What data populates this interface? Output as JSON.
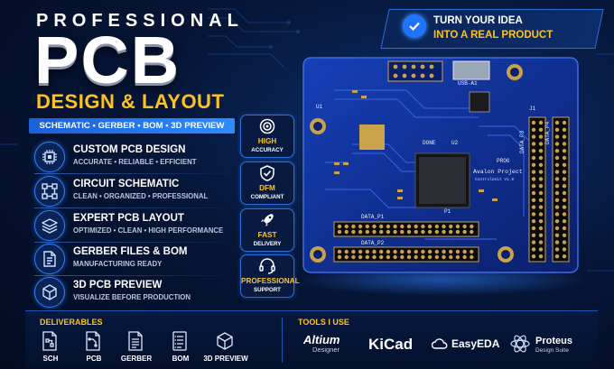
{
  "header": {
    "pre_title": "PROFESSIONAL",
    "title": "PCB",
    "subtitle": "DESIGN & LAYOUT",
    "tagline": "SCHEMATIC • GERBER • BOM • 3D PREVIEW"
  },
  "banner": {
    "line1": "TURN YOUR IDEA",
    "line2": "INTO A REAL PRODUCT"
  },
  "features": [
    {
      "title": "CUSTOM PCB DESIGN",
      "desc": "ACCURATE • RELIABLE • EFFICIENT",
      "icon": "chip-icon"
    },
    {
      "title": "CIRCUIT SCHEMATIC",
      "desc": "CLEAN • ORGANIZED • PROFESSIONAL",
      "icon": "schematic-icon"
    },
    {
      "title": "EXPERT PCB LAYOUT",
      "desc": "OPTIMIZED • CLEAN • HIGH PERFORMANCE",
      "icon": "layers-icon"
    },
    {
      "title": "GERBER FILES & BOM",
      "desc": "MANUFACTURING READY",
      "icon": "file-icon"
    },
    {
      "title": "3D PCB PREVIEW",
      "desc": "VISUALIZE BEFORE PRODUCTION",
      "icon": "cube-icon"
    }
  ],
  "badges": [
    {
      "line1": "HIGH",
      "line2": "ACCURACY",
      "icon": "target-icon"
    },
    {
      "line1": "DFM",
      "line2": "COMPLIANT",
      "icon": "shield-check-icon"
    },
    {
      "line1": "FAST",
      "line2": "DELIVERY",
      "icon": "rocket-icon"
    },
    {
      "line1": "PROFESSIONAL",
      "line2": "SUPPORT",
      "icon": "headset-icon"
    }
  ],
  "board": {
    "labels": {
      "usb": "USB-A1",
      "data_p1": "DATA_P1",
      "data_p2": "DATA_P2",
      "data_p3": "DATA_P3",
      "data_p4": "DATA_P4",
      "p1": "P1",
      "done": "DONE",
      "prog": "PROG",
      "project": "Avalon Project",
      "control": "ControlUnit V1.0",
      "u1": "U1",
      "u2": "U2",
      "j1": "J1"
    }
  },
  "deliverables": {
    "title": "DELIVERABLES",
    "items": [
      {
        "label": "SCH",
        "icon": "sch-file-icon"
      },
      {
        "label": "PCB",
        "icon": "pcb-file-icon"
      },
      {
        "label": "GERBER",
        "icon": "gerber-file-icon"
      },
      {
        "label": "BOM",
        "icon": "bom-file-icon"
      },
      {
        "label": "3D PREVIEW",
        "icon": "cube-icon"
      }
    ]
  },
  "tools": {
    "title": "TOOLS I USE",
    "altium": "Altium",
    "altium_sub": "Designer",
    "kicad_ki": "Ki",
    "kicad_cad": "Cad",
    "easyeda": "EasyEDA",
    "proteus": "Proteus",
    "proteus_sub": "Design Suite"
  },
  "colors": {
    "accent_yellow": "#ffc21a",
    "accent_blue": "#1e73ff",
    "background": "#04102a",
    "board_blue": "#0d2a8a",
    "gold": "#c9a24a"
  }
}
